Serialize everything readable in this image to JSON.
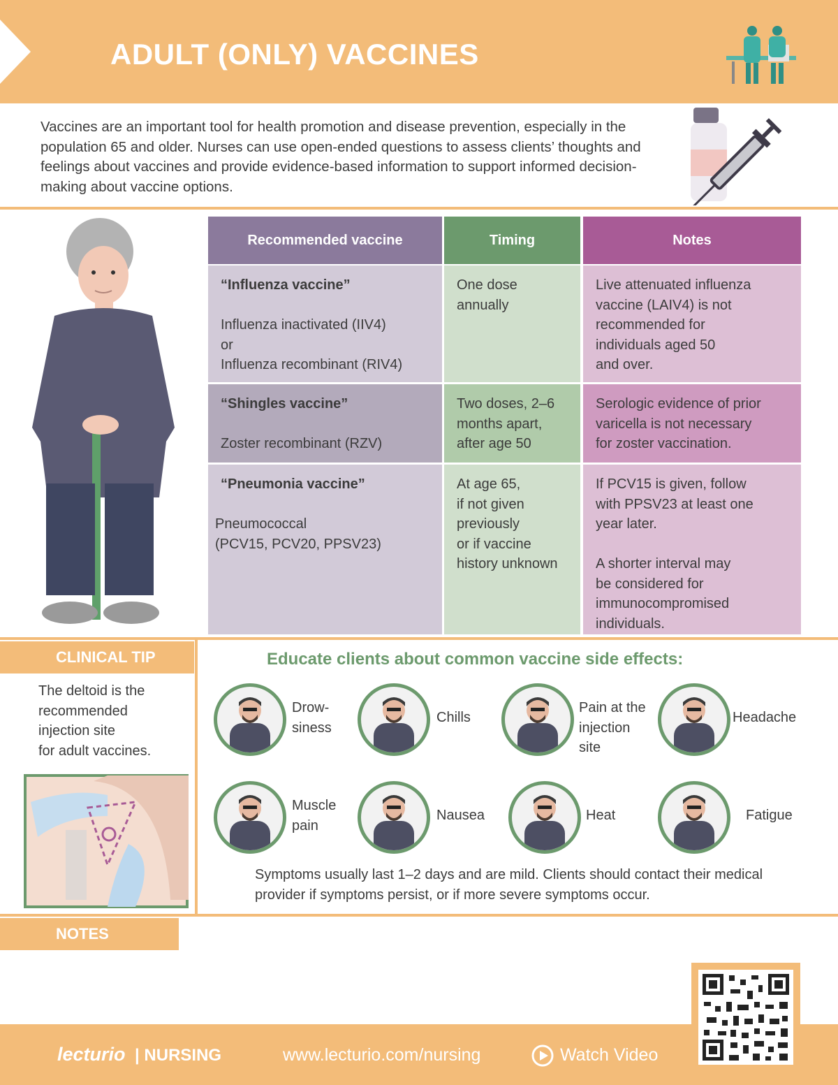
{
  "header": {
    "title": "ADULT (ONLY) VACCINES"
  },
  "intro": "Vaccines are an important tool for health promotion and disease prevention, especially in the population 65 and older. Nurses can use open-ended questions to assess clients’ thoughts and feelings about vaccines and provide evidence-based information to support informed decision-making about vaccine options.",
  "table": {
    "headers": [
      "Recommended vaccine",
      "Timing",
      "Notes"
    ],
    "rows": [
      {
        "vaccine_title": "“Influenza vaccine”",
        "vaccine_lines": [
          "Influenza inactivated (IIV4)",
          "or",
          "Influenza recombinant (RIV4)"
        ],
        "timing": [
          "One dose",
          "annually"
        ],
        "notes": [
          "Live attenuated influenza",
          "vaccine (LAIV4) is not",
          "recommended for",
          "individuals aged 50",
          "and over."
        ]
      },
      {
        "vaccine_title": "“Shingles vaccine”",
        "vaccine_lines": [
          "Zoster recombinant (RZV)"
        ],
        "timing": [
          "Two doses, 2–6",
          "months apart,",
          "after age 50"
        ],
        "notes": [
          "Serologic evidence of prior",
          "varicella is not necessary",
          "for zoster vaccination."
        ]
      },
      {
        "vaccine_title": "“Pneumonia vaccine”",
        "vaccine_lines": [
          "Pneumococcal",
          "(PCV15, PCV20, PPSV23)"
        ],
        "timing": [
          "At age 65,",
          "if not given",
          "previously",
          "or if vaccine",
          "history unknown"
        ],
        "notes": [
          "If PCV15 is given, follow",
          "with PPSV23 at least one",
          "year later."
        ],
        "notes2": [
          "A shorter interval may",
          "be considered for",
          "immunocompromised",
          "individuals."
        ]
      }
    ]
  },
  "clinical_tip": {
    "heading": "CLINICAL TIP",
    "lines": [
      "The deltoid is the",
      "recommended",
      "injection site",
      "for adult vaccines."
    ]
  },
  "side_effects": {
    "heading": "Educate clients about common vaccine side effects:",
    "items": [
      {
        "lines": [
          "Drow-",
          "siness"
        ],
        "icon": "sleepy-person-icon"
      },
      {
        "lines": [
          "Chills"
        ],
        "icon": "cold-person-icon"
      },
      {
        "lines": [
          "Pain at the",
          "injection",
          "site"
        ],
        "icon": "arm-pain-person-icon"
      },
      {
        "lines": [
          "Headache"
        ],
        "icon": "headache-person-icon"
      },
      {
        "lines": [
          "Muscle",
          "pain"
        ],
        "icon": "muscle-pain-person-icon"
      },
      {
        "lines": [
          "Nausea"
        ],
        "icon": "nausea-person-icon"
      },
      {
        "lines": [
          "Heat"
        ],
        "icon": "fever-person-icon"
      },
      {
        "lines": [
          "Fatigue"
        ],
        "icon": "tired-person-icon"
      }
    ],
    "symptoms_note": "Symptoms usually last 1–2 days and are mild. Clients should contact their medical provider if symptoms persist, or if more severe symptoms occur."
  },
  "notes_heading": "NOTES",
  "footer": {
    "brand": "lecturio",
    "brand_suffix": "| NURSING",
    "url": "www.lecturio.com/nursing",
    "watch": "Watch Video"
  },
  "colors": {
    "orange": "#f3bc79",
    "purple_header": "#8b7a9c",
    "green_header": "#6c9a6d",
    "magenta_header": "#a85b96",
    "green_text": "#6c9a6d"
  }
}
